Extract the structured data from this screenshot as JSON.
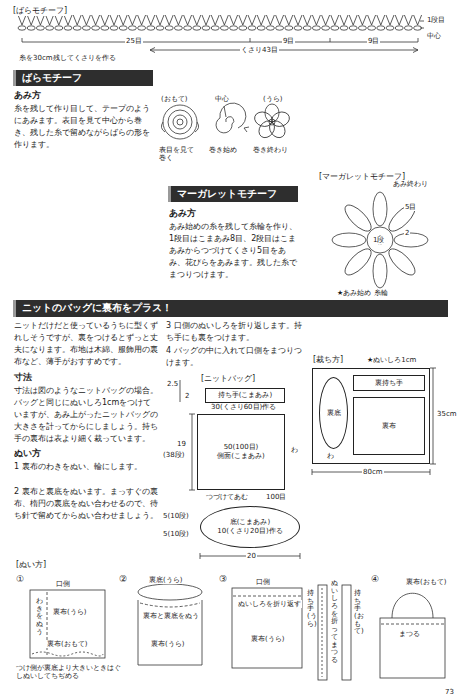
{
  "diagram": {
    "nodes": [
      {
        "text": [
          "ばらモチーフ"
        ]
      },
      {
        "text": [
          "マーガレットモチーフ"
        ]
      },
      {
        "text": [
          "ニットのバッグに裏布をプラス！"
        ]
      },
      {
        "text": [
          "持ち手(こまあみ)"
        ]
      },
      {
        "text": [
          "50(100目)",
          "側面(こまあみ)"
        ]
      },
      {
        "text": [
          "底(こまあみ)",
          "10(くさり20目)作る"
        ]
      },
      {
        "text": [
          "[裁ち方]"
        ]
      },
      {
        "text": [
          "裏底"
        ],
        "in": 6
      },
      {
        "text": [
          "裏持ち手"
        ],
        "in": 6
      },
      {
        "text": [
          "裏布"
        ],
        "in": 6
      }
    ],
    "labels": [
      "[ばらモチーフ]",
      "25目",
      "9目",
      "9目",
      "くさり43目",
      "1段目",
      "中心",
      "糸を30cm残してくさりを作る",
      "あみ方",
      "糸を残して作り目して、テープのようにあみます。表目を見て中心から巻き、残した糸で留めながらばらの形を作ります。",
      "(おもて)",
      "中心",
      "(うら)",
      "表目を見て巻く",
      "巻き始め",
      "巻き終わり",
      "あみ方",
      "あみ始めの糸を残して糸輪を作り、1段目はこまあみ8目、2段目はこまあみからつづけてくさり5目をあみ、花びらをあみます。残した糸でまつりつけます。",
      "[マーガレットモチーフ]",
      "あみ終わり",
      "5目",
      "2",
      "1段",
      "★あみ始め 糸輪",
      "ニットだけだと使っているうちに型くずれしそうですが、裏をつけるとずっと丈夫になります。布地は木綿、服飾用の裏布など、薄手がおすすめです。",
      "寸法",
      "寸法は図のようなニットバッグの場合。バッグと同じにぬいしろ1cmをつけていますが、あみ上がったニットバッグの大きさを計ってからにしましょう。持ち手の裏布は表より細く裁っています。",
      "ぬい方",
      "1 裏布のわきをぬい、輪にします。",
      "2 裏布と裏底をぬいます。まっすぐの裏布、楕円の裏底をぬい合わせるので、待ち針で留めてからぬい合わせましょう。",
      "3 口側のぬいしろを折り返します。持ち手にも裏をつけます。",
      "4 バッグの中に入れて口側をまつりつけます。",
      "[ニットバッグ]",
      "2.5",
      "2",
      "30(くさり60目)作る",
      "19",
      "(38段)",
      "わ",
      "つづけてあむ",
      "100目",
      "5(10段)",
      "5(10段)",
      "20",
      "★ぬいしろ1cm",
      "わ",
      "35cm",
      "80cm",
      "[ぬい方]",
      "①",
      "②",
      "③",
      "④",
      "口側",
      "わきをぬう",
      "裏布(うら)",
      "裏布(おもて)",
      "つけ側が裏底より大きいときはぐしぬいしてちぢめる",
      "裏底(うら)",
      "裏布と裏底をぬう",
      "裏布(うら)",
      "口側",
      "ぬいしろを折り返す",
      "裏布(うら)",
      "持ち手(うら)",
      "ぬいしろを折ってまつる",
      "持ち手(おもて)",
      "裏布(おもて)",
      "まつる",
      "73"
    ]
  }
}
